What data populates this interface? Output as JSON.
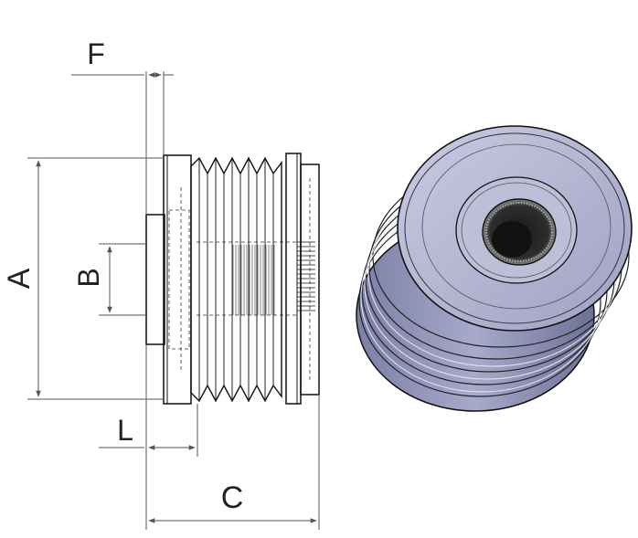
{
  "labels": {
    "A": "A",
    "B": "B",
    "C": "C",
    "F": "F",
    "L": "L"
  }
}
